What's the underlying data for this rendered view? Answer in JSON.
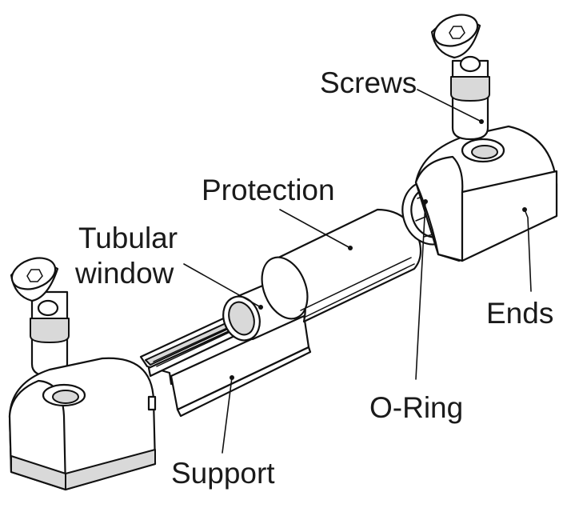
{
  "labels": {
    "screws": "Screws",
    "protection": "Protection",
    "tubular_line1": "Tubular",
    "tubular_line2": "window",
    "ends": "Ends",
    "o_ring": "O-Ring",
    "support": "Support"
  }
}
